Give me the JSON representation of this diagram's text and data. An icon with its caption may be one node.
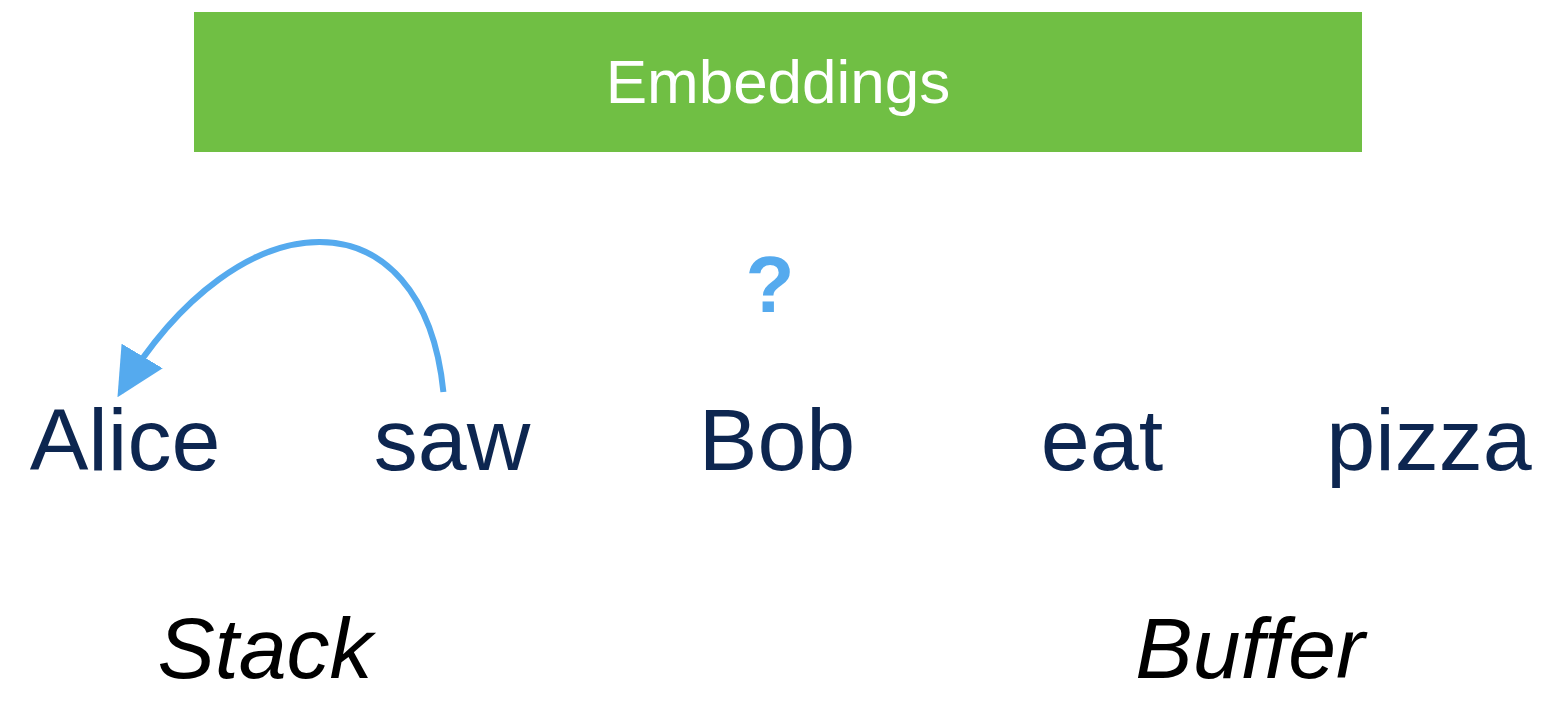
{
  "diagram": {
    "nodes": [
      {
        "text": [
          "Embeddings"
        ]
      },
      {
        "text": [
          "Alice"
        ]
      },
      {
        "text": [
          "saw"
        ]
      },
      {
        "text": [
          "Bob"
        ]
      },
      {
        "text": [
          "eat"
        ]
      },
      {
        "text": [
          "pizza"
        ]
      }
    ],
    "edges": [
      {
        "from": 2,
        "to": 1,
        "arrow": "to"
      }
    ],
    "labels": [
      "?",
      "Stack",
      "Buffer"
    ]
  }
}
